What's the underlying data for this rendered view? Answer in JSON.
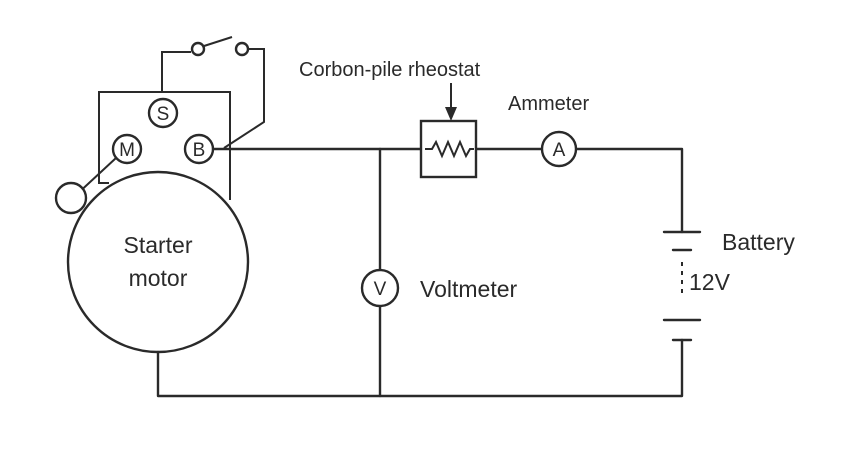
{
  "terminals": {
    "s": "S",
    "m": "M",
    "b": "B"
  },
  "motor": {
    "line1": "Starter",
    "line2": "motor"
  },
  "rheostat": {
    "label": "Corbon-pile rheostat"
  },
  "ammeter": {
    "symbol": "A",
    "label": "Ammeter"
  },
  "voltmeter": {
    "symbol": "V",
    "label": "Voltmeter"
  },
  "battery": {
    "label": "Battery",
    "voltage": "12V"
  },
  "colors": {
    "ink": "#2a2a2a",
    "background": "#ffffff"
  }
}
